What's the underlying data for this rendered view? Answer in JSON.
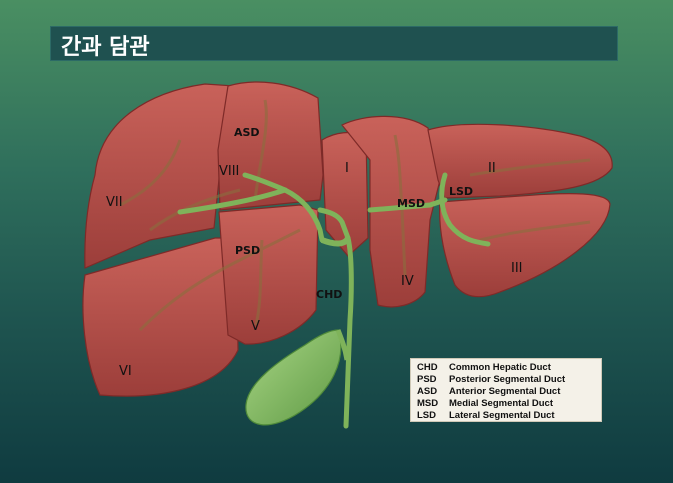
{
  "title": "간과 담관",
  "segments": {
    "vii": "VII",
    "viii": "VIII",
    "vi": "VI",
    "v": "V",
    "i": "I",
    "iv": "IV",
    "ii": "II",
    "iii": "III"
  },
  "ducts": {
    "asd": "ASD",
    "psd": "PSD",
    "chd": "CHD",
    "msd": "MSD",
    "lsd": "LSD"
  },
  "legend": [
    {
      "abbr": "CHD",
      "text": "Common Hepatic Duct"
    },
    {
      "abbr": "PSD",
      "text": "Posterior Segmental Duct"
    },
    {
      "abbr": "ASD",
      "text": "Anterior Segmental Duct"
    },
    {
      "abbr": "MSD",
      "text": "Medial Segmental Duct"
    },
    {
      "abbr": "LSD",
      "text": "Lateral Segmental Duct"
    }
  ],
  "colors": {
    "liver": "#b8524c",
    "liver_dark": "#7e2a28",
    "bile": "#8fc06a",
    "bile_dark": "#4f8a3a"
  }
}
